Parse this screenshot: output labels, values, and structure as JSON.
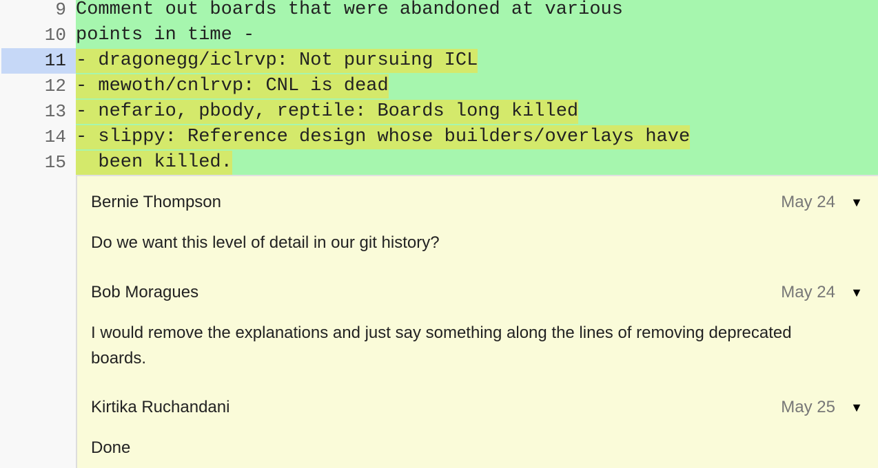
{
  "code_lines": [
    {
      "number": "9",
      "text": "Comment out boards that were abandoned at various",
      "highlight": false
    },
    {
      "number": "10",
      "text": "points in time -",
      "highlight": false
    },
    {
      "number": "11",
      "text": "- dragonegg/iclrvp: Not pursuing ICL",
      "highlight": true,
      "selected": true
    },
    {
      "number": "12",
      "text": "- mewoth/cnlrvp: CNL is dead",
      "highlight": true
    },
    {
      "number": "13",
      "text": "- nefario, pbody, reptile: Boards long killed",
      "highlight": true
    },
    {
      "number": "14",
      "text": "- slippy: Reference design whose builders/overlays have",
      "highlight": true
    },
    {
      "number": "15",
      "text": "  been killed.",
      "highlight": true
    }
  ],
  "comments": [
    {
      "author": "Bernie Thompson",
      "date": "May 24",
      "message": "Do we want this level of detail in our git history?",
      "toggle": "▼"
    },
    {
      "author": "Bob Moragues",
      "date": "May 24",
      "message": "I would remove the explanations and just say something along the lines of removing deprecated boards.",
      "toggle": "▼"
    },
    {
      "author": "Kirtika Ruchandani",
      "date": "May 25",
      "message": "Done",
      "toggle": "▼"
    }
  ],
  "colors": {
    "added_line": "#a6f6ae",
    "added_text": "#d4e96b",
    "selected_line": "#c6d8f7",
    "comment_bg": "#fafbd9"
  }
}
